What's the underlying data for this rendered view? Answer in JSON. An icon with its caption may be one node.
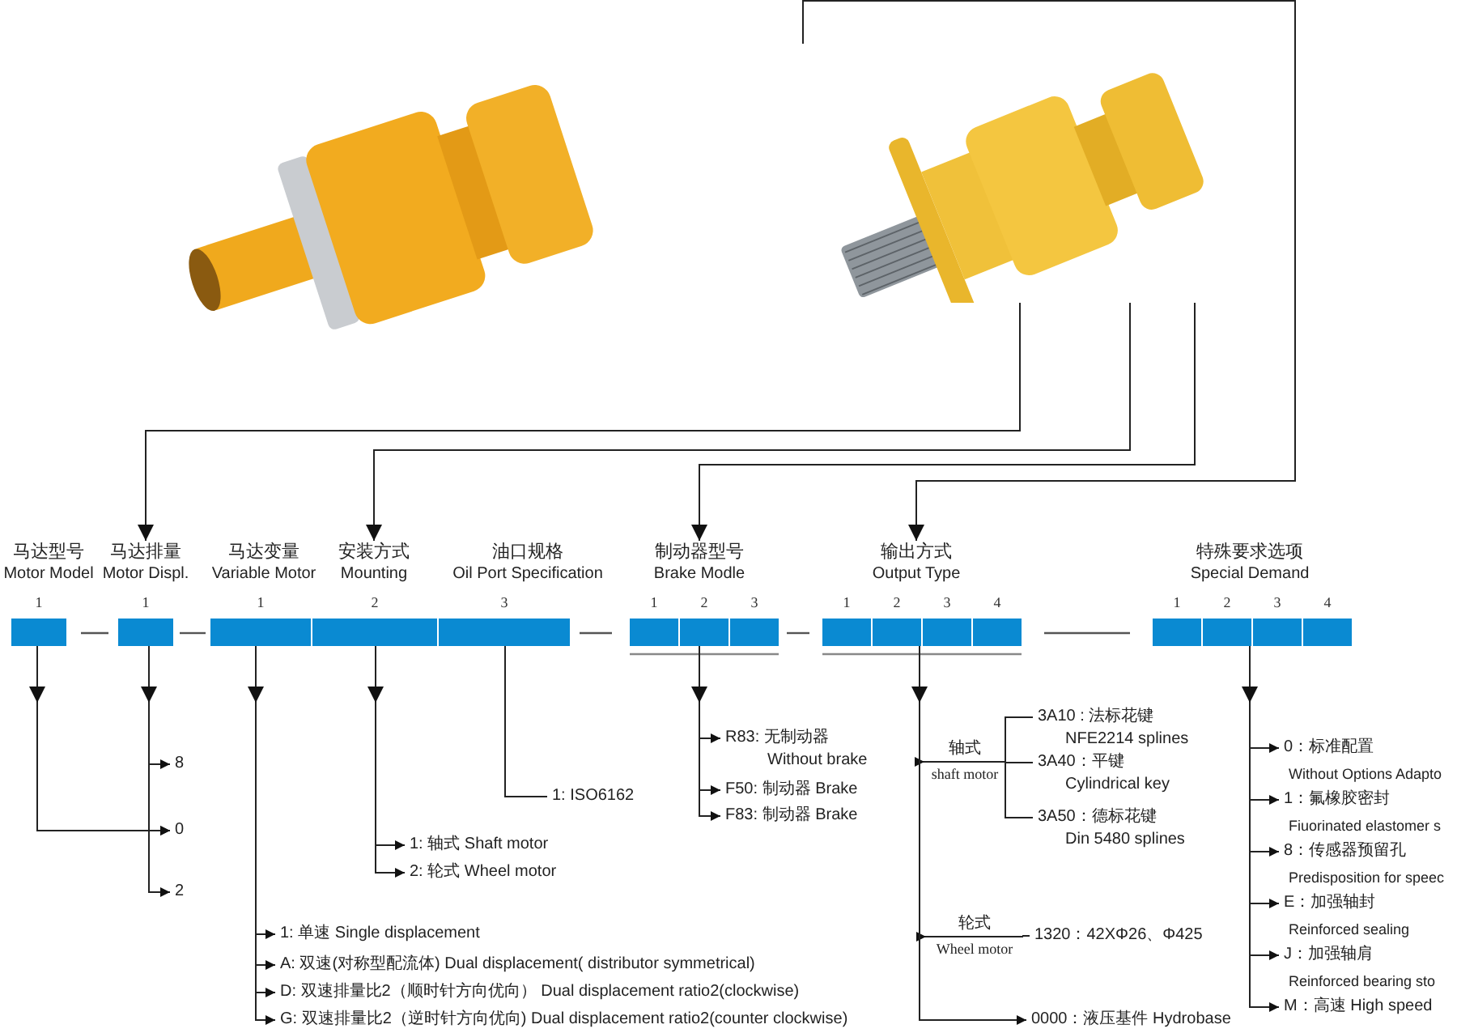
{
  "diagram": {
    "nodes": [
      {
        "text": [],
        "shape": "picture"
      },
      {
        "text": [
          "马达型号",
          "Motor Model"
        ]
      },
      {
        "text": [
          "马达排量",
          "Motor Displ."
        ]
      },
      {
        "text": [
          "马达变量",
          "Variable Motor"
        ]
      },
      {
        "text": [
          "安装方式",
          "Mounting"
        ]
      },
      {
        "text": [
          "油口规格",
          "Oil Port Specification"
        ]
      },
      {
        "text": [
          "制动器型号",
          "Brake Modle"
        ]
      },
      {
        "text": [
          "输出方式",
          "Output Type"
        ]
      },
      {
        "text": [
          "特殊要求选项",
          "Special Demand"
        ]
      },
      {
        "text": [],
        "shape": "bar",
        "beside": [
          "1"
        ]
      },
      {
        "text": [],
        "shape": "bar",
        "beside": [
          "1"
        ]
      },
      {
        "text": [],
        "shape": "bar",
        "beside": [
          "1"
        ]
      },
      {
        "text": [],
        "shape": "bar",
        "beside": [
          "2"
        ]
      },
      {
        "text": [],
        "shape": "bar",
        "beside": [
          "3"
        ]
      },
      {
        "text": [],
        "shape": "bar",
        "beside": [
          "1"
        ]
      },
      {
        "text": [],
        "shape": "bar",
        "beside": [
          "2"
        ]
      },
      {
        "text": [],
        "shape": "bar",
        "beside": [
          "3"
        ]
      },
      {
        "text": [],
        "shape": "bar",
        "beside": [
          "1"
        ]
      },
      {
        "text": [],
        "shape": "bar",
        "beside": [
          "2"
        ]
      },
      {
        "text": [],
        "shape": "bar",
        "beside": [
          "3"
        ]
      },
      {
        "text": [],
        "shape": "bar",
        "beside": [
          "4"
        ]
      },
      {
        "text": [],
        "shape": "bar",
        "beside": [
          "1"
        ]
      },
      {
        "text": [],
        "shape": "bar",
        "beside": [
          "2"
        ]
      },
      {
        "text": [],
        "shape": "bar",
        "beside": [
          "3"
        ]
      },
      {
        "text": [],
        "shape": "bar",
        "beside": [
          "4"
        ]
      },
      {
        "text": [
          "8"
        ]
      },
      {
        "text": [
          "0"
        ]
      },
      {
        "text": [
          "2"
        ]
      },
      {
        "text": [
          "1: ISO6162"
        ]
      },
      {
        "text": [
          "R83: 无制动器",
          "Without brake"
        ]
      },
      {
        "text": [
          "F50: 制动器 Brake"
        ]
      },
      {
        "text": [
          "F83: 制动器 Brake"
        ]
      },
      {
        "text": [
          "1: 轴式 Shaft motor"
        ]
      },
      {
        "text": [
          "2: 轮式 Wheel motor"
        ]
      },
      {
        "text": [
          "1: 单速 Single displacement"
        ]
      },
      {
        "text": [
          "A: 双速(对称型配流体) Dual displacement( distributor symmetrical)"
        ]
      },
      {
        "text": [
          "D: 双速排量比2（顺时针方向优向） Dual displacement ratio2(clockwise)"
        ]
      },
      {
        "text": [
          "G: 双速排量比2（逆时针方向优向) Dual displacement ratio2(counter clockwise)"
        ]
      },
      {
        "text": [
          "轴式",
          "shaft motor"
        ]
      },
      {
        "text": [
          "3A10 : 法标花键",
          "NFE2214 splines"
        ]
      },
      {
        "text": [
          "3A40：平键",
          "Cylindrical key"
        ]
      },
      {
        "text": [
          "3A50：德标花键",
          "Din 5480 splines"
        ]
      },
      {
        "text": [
          "轮式",
          "Wheel motor"
        ]
      },
      {
        "text": [
          "1320：42XΦ26、Φ425"
        ]
      },
      {
        "text": [
          "0000：液压基件 Hydrobase"
        ]
      },
      {
        "text": [
          "0：标准配置",
          "Without Options Adapto"
        ]
      },
      {
        "text": [
          "1：氟橡胶密封",
          "Fiuorinated elastomer s"
        ]
      },
      {
        "text": [
          "8：传感器预留孔",
          "Predisposition for speec"
        ]
      },
      {
        "text": [
          "E：加强轴封",
          "Reinforced sealing"
        ]
      },
      {
        "text": [
          "J：加强轴肩",
          "Reinforced bearing sto"
        ]
      },
      {
        "text": [
          "M：高速 High speed"
        ]
      }
    ],
    "edges": [
      {
        "from": 0,
        "to": 2,
        "arrow": "to"
      },
      {
        "from": 0,
        "to": 4,
        "arrow": "to"
      },
      {
        "from": 0,
        "to": 6,
        "arrow": "to"
      },
      {
        "from": 0,
        "to": 7,
        "arrow": "to"
      },
      {
        "from": 9,
        "to": 26,
        "arrow": "to"
      },
      {
        "from": 10,
        "to": 25,
        "arrow": "to"
      },
      {
        "from": 10,
        "to": 26,
        "arrow": "to"
      },
      {
        "from": 10,
        "to": 27,
        "arrow": "to"
      },
      {
        "from": 11,
        "to": 34,
        "arrow": "to"
      },
      {
        "from": 11,
        "to": 35,
        "arrow": "to"
      },
      {
        "from": 11,
        "to": 36,
        "arrow": "to"
      },
      {
        "from": 11,
        "to": 37,
        "arrow": "to"
      },
      {
        "from": 12,
        "to": 32,
        "arrow": "to"
      },
      {
        "from": 12,
        "to": 33,
        "arrow": "to"
      },
      {
        "from": 13,
        "to": 28,
        "arrow": "none"
      },
      {
        "from": 15,
        "to": 29,
        "arrow": "to"
      },
      {
        "from": 15,
        "to": 30,
        "arrow": "to"
      },
      {
        "from": 15,
        "to": 31,
        "arrow": "to"
      },
      {
        "from": 18,
        "to": 38,
        "arrow": "to"
      },
      {
        "from": 38,
        "to": 39,
        "arrow": "none"
      },
      {
        "from": 38,
        "to": 40,
        "arrow": "none"
      },
      {
        "from": 38,
        "to": 41,
        "arrow": "none"
      },
      {
        "from": 18,
        "to": 42,
        "arrow": "to"
      },
      {
        "from": 42,
        "to": 43,
        "arrow": "none"
      },
      {
        "from": 18,
        "to": 44,
        "arrow": "to"
      },
      {
        "from": 22,
        "to": 45,
        "arrow": "to"
      },
      {
        "from": 22,
        "to": 46,
        "arrow": "to"
      },
      {
        "from": 22,
        "to": 47,
        "arrow": "to"
      },
      {
        "from": 22,
        "to": 48,
        "arrow": "to"
      },
      {
        "from": 22,
        "to": 49,
        "arrow": "to"
      },
      {
        "from": 22,
        "to": 50,
        "arrow": "to"
      }
    ]
  }
}
